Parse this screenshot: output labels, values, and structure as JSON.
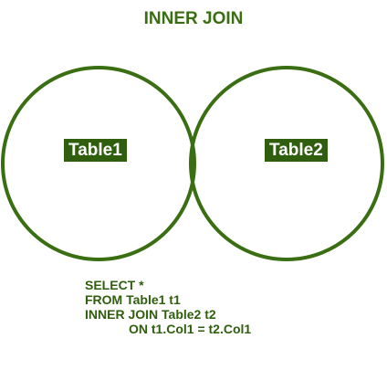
{
  "title": "INNER JOIN",
  "left_set": {
    "label": "Table1"
  },
  "right_set": {
    "label": "Table2"
  },
  "colors": {
    "stroke": "#3a6e12",
    "intersection_fill": "#2f5e0e",
    "label_bg": "#2f5e0e",
    "text": "#3a6e12"
  },
  "sql": {
    "line1": "SELECT *",
    "line2": "FROM Table1 t1",
    "line3": "INNER JOIN Table2 t2",
    "line4": "ON t1.Col1 = t2.Col1"
  }
}
